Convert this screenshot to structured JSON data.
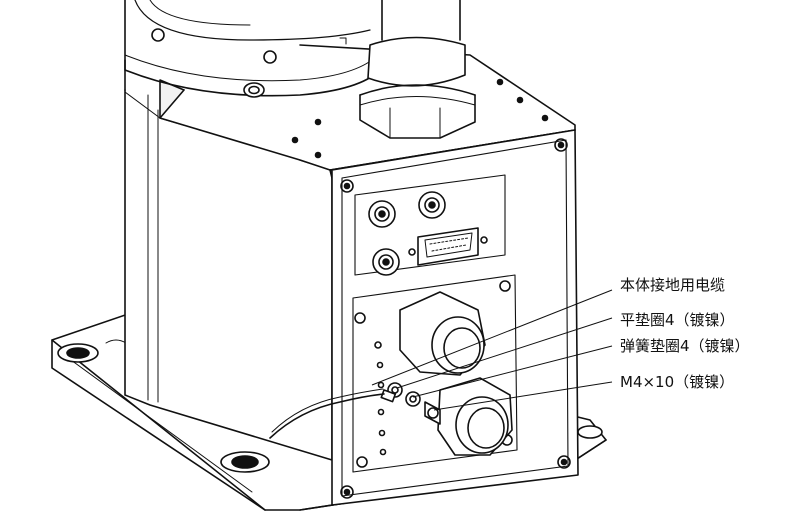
{
  "callouts": [
    {
      "id": "ground-cable",
      "text": "本体接地用电缆"
    },
    {
      "id": "flat-washer",
      "text": "平垫圈4（镀镍）"
    },
    {
      "id": "spring-washer",
      "text": "弹簧垫圈4（镀镍）"
    },
    {
      "id": "screw",
      "text": "M4×10（镀镍）"
    }
  ],
  "colors": {
    "line": "#111111",
    "background": "#ffffff",
    "shade": "#e6e6e6"
  }
}
